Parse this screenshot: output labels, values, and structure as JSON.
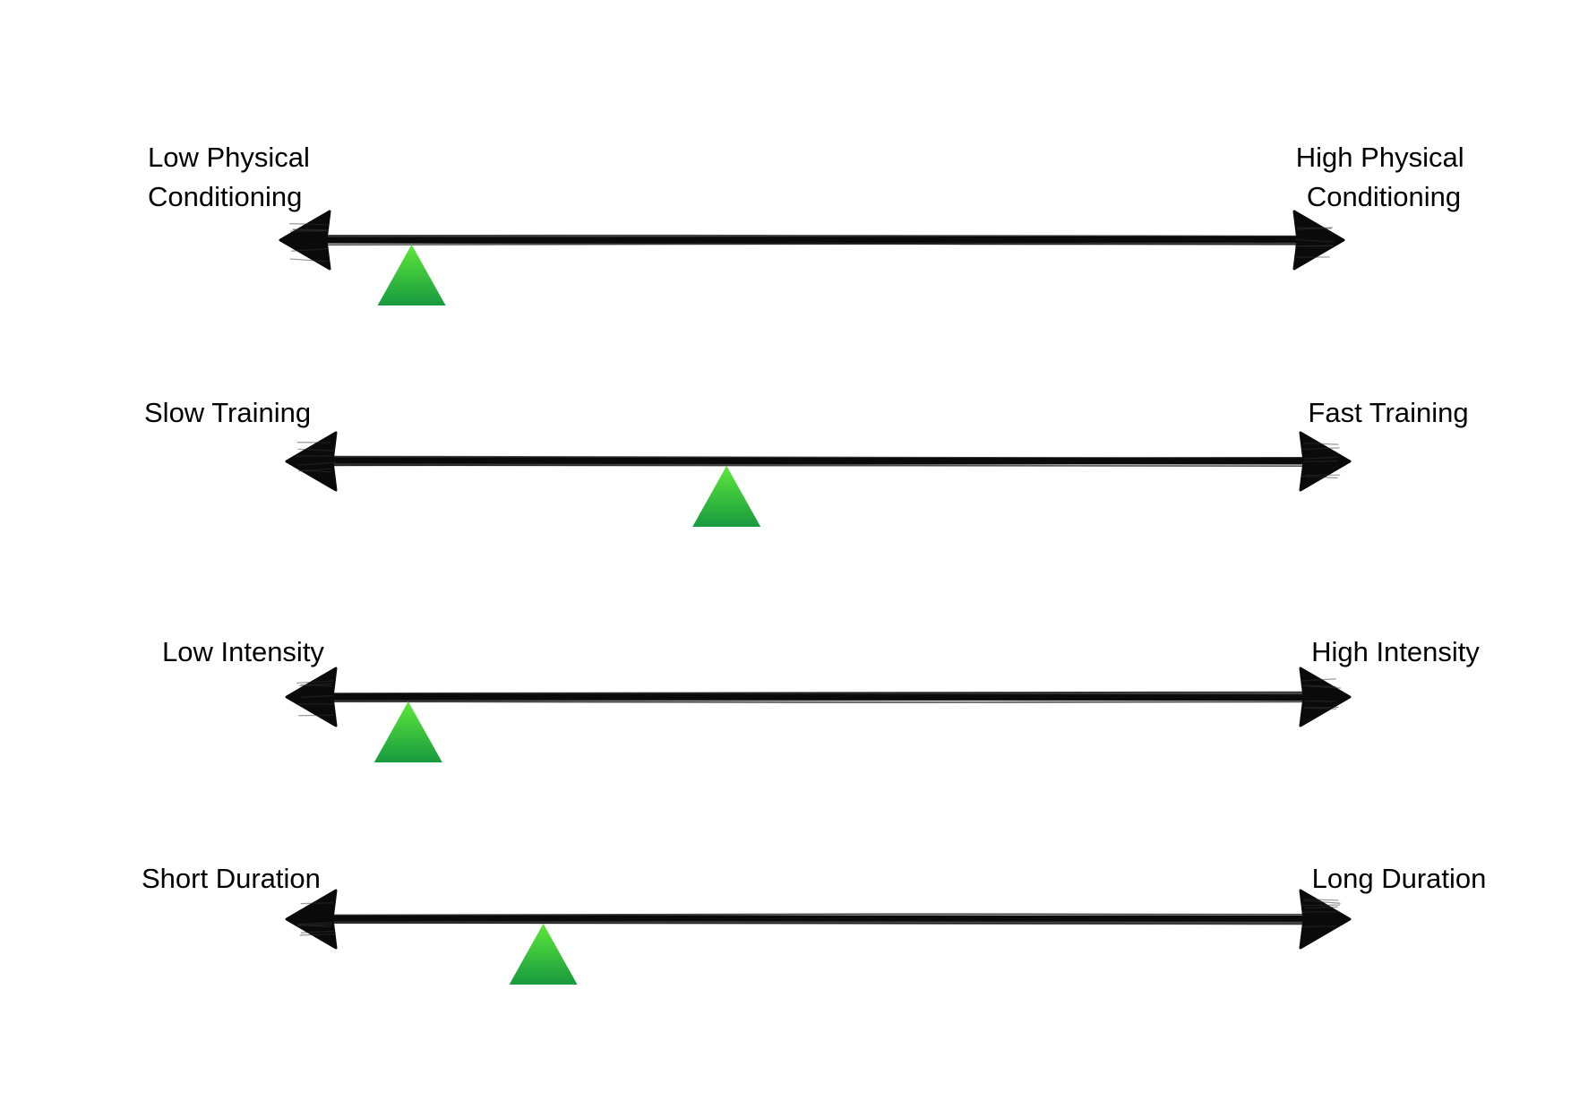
{
  "colors": {
    "arrow": "#0a0a0a",
    "marker_top": "#5ee83a",
    "marker_bottom": "#179a3f",
    "background": "#ffffff"
  },
  "scales": [
    {
      "left_label": [
        "Low Physical",
        "Conditioning"
      ],
      "right_label": [
        "High Physical",
        "Conditioning"
      ],
      "marker_position": 0.085
    },
    {
      "left_label": [
        "Slow Training"
      ],
      "right_label": [
        "Fast Training"
      ],
      "marker_position": 0.405
    },
    {
      "left_label": [
        "Low Intensity"
      ],
      "right_label": [
        "High Intensity"
      ],
      "marker_position": 0.075
    },
    {
      "left_label": [
        "Short Duration"
      ],
      "right_label": [
        "Long Duration"
      ],
      "marker_position": 0.215
    }
  ]
}
